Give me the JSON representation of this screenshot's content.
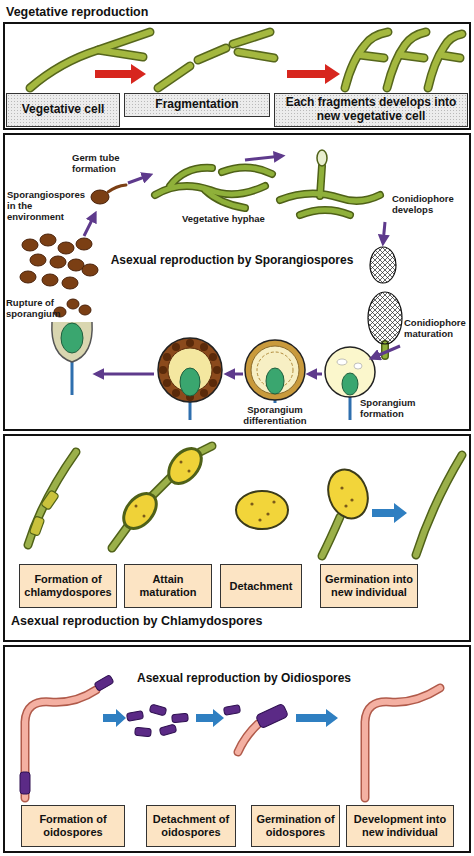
{
  "diagram": {
    "nodes": [
      {
        "text": [
          "Vegetative reproduction"
        ]
      },
      {
        "text": [
          "Vegetative cell"
        ],
        "in": 0
      },
      {
        "text": [
          "Fragmentation"
        ],
        "in": 0
      },
      {
        "text": [
          "Each fragments develops into new vegetative cell"
        ],
        "in": 0
      },
      {
        "text": [
          "Asexual reproduction by Sporangiospores"
        ]
      },
      {
        "text": [
          "Asexual reproduction by Chlamydospores"
        ]
      },
      {
        "text": [
          "Formation of chlamydospores"
        ],
        "in": 5
      },
      {
        "text": [
          "Attain maturation"
        ],
        "in": 5
      },
      {
        "text": [
          "Detachment"
        ],
        "in": 5
      },
      {
        "text": [
          "Germination into new individual"
        ],
        "in": 5
      },
      {
        "text": [
          "Asexual reproduction by Oidiospores"
        ]
      },
      {
        "text": [
          "Formation of oidospores"
        ],
        "in": 10
      },
      {
        "text": [
          "Detachment of oidospores"
        ],
        "in": 10
      },
      {
        "text": [
          "Germination of oidospores"
        ],
        "in": 10
      },
      {
        "text": [
          "Development into new individual"
        ],
        "in": 10
      }
    ],
    "labels": [
      "Germ tube formation",
      "Sporangiospores in the environment",
      "Vegetative hyphae",
      "Conidiophore develops",
      "Rupture of sporangium",
      "Conidiophore maturation",
      "Sporangium formation",
      "Sporangium differentiation"
    ]
  }
}
